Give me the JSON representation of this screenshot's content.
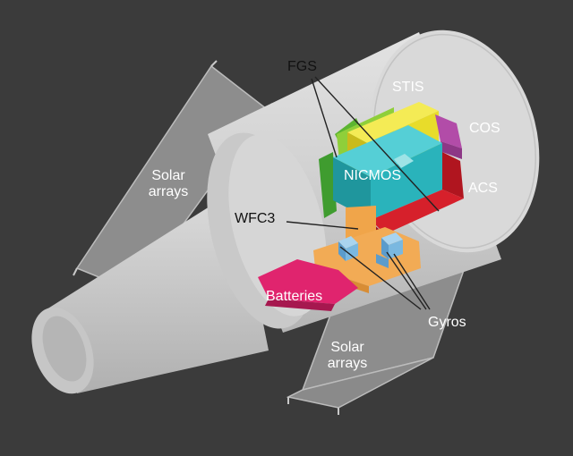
{
  "labels": {
    "fgs": "FGS",
    "stis": "STIS",
    "cos": "COS",
    "nicmos": "NICMOS",
    "acs": "ACS",
    "wfc3": "WFC3",
    "batteries": "Batteries",
    "gyros": "Gyros",
    "solar_arrays_upper_line1": "Solar",
    "solar_arrays_upper_line2": "arrays",
    "solar_arrays_lower_line1": "Solar",
    "solar_arrays_lower_line2": "arrays"
  },
  "colors": {
    "background": "#3b3b3b",
    "telescope_body": "#d2d2d2",
    "solar_panel": "#8d8d8d",
    "fgs": "#5cb531",
    "stis": "#e8dc2a",
    "cos": "#b24ca8",
    "nicmos": "#2ab3bb",
    "acs": "#d6202b",
    "wfc3": "#f0a54a",
    "batteries": "#e0246e",
    "gyros": "#7ab8e0"
  }
}
